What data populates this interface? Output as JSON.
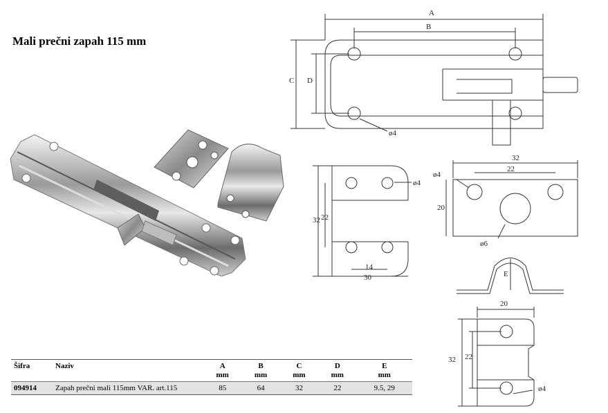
{
  "title": "Mali prečni zapah 115 mm",
  "dimensions": {
    "main": {
      "A": "A",
      "B": "B",
      "C": "C",
      "D": "D",
      "hole": "ø4"
    },
    "plate": {
      "h32": "32",
      "h22": "22",
      "w14": "14",
      "w30": "30",
      "hole": "ø4"
    },
    "strike": {
      "w32": "32",
      "w22": "22",
      "h20": "20",
      "hole4": "ø4",
      "hole6": "ø6",
      "E": "E"
    },
    "keeper": {
      "w20": "20",
      "h32": "32",
      "h22": "22",
      "hole": "ø4"
    }
  },
  "table": {
    "headers": {
      "sifra": "Šifra",
      "naziv": "Naziv",
      "a": "A",
      "b": "B",
      "c": "C",
      "d": "D",
      "e": "E",
      "unit": "mm"
    },
    "rows": [
      {
        "sifra": "094914",
        "naziv": "Zapah prečni mali 115mm VAR. art.115",
        "a": "85",
        "b": "64",
        "c": "32",
        "d": "22",
        "e": "9.5, 29"
      }
    ]
  }
}
